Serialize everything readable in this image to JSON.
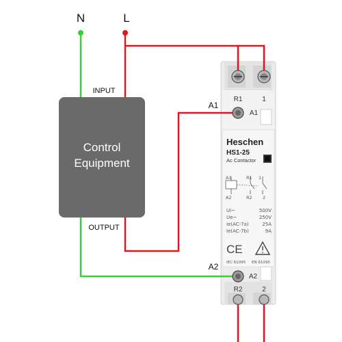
{
  "terminals": {
    "neutral": "N",
    "live": "L",
    "a1": "A1",
    "a2": "A2"
  },
  "control_box": {
    "line1": "Control",
    "line2": "Equipment",
    "input_label": "INPUT",
    "output_label": "OUTPUT"
  },
  "device": {
    "top_labels": {
      "r1": "R1",
      "one": "1",
      "a1": "A1"
    },
    "brand": "Heschen",
    "model": "HS1-25",
    "type": "Ac Contactor",
    "schematic": {
      "a1": "A1",
      "a2": "A2",
      "r1": "R1",
      "one": "1",
      "r2": "R2",
      "two": "2"
    },
    "specs": [
      {
        "key": "Ui~",
        "value": "500V"
      },
      {
        "key": "Ue~",
        "value": "250V"
      },
      {
        "key": "Ie(AC-7a)",
        "value": "25A"
      },
      {
        "key": "Ie(AC-7b)",
        "value": "9A"
      }
    ],
    "ce_mark": "CE",
    "standards": [
      "IEC 61095",
      "EN 61095"
    ],
    "bottom_labels": {
      "a2": "A2",
      "r2": "R2",
      "two": "2"
    }
  },
  "colors": {
    "live_wire": "#e0161d",
    "neutral_wire": "#35d13a",
    "control_box": "#6a6a6a",
    "device_body": "#e9e9e9"
  }
}
